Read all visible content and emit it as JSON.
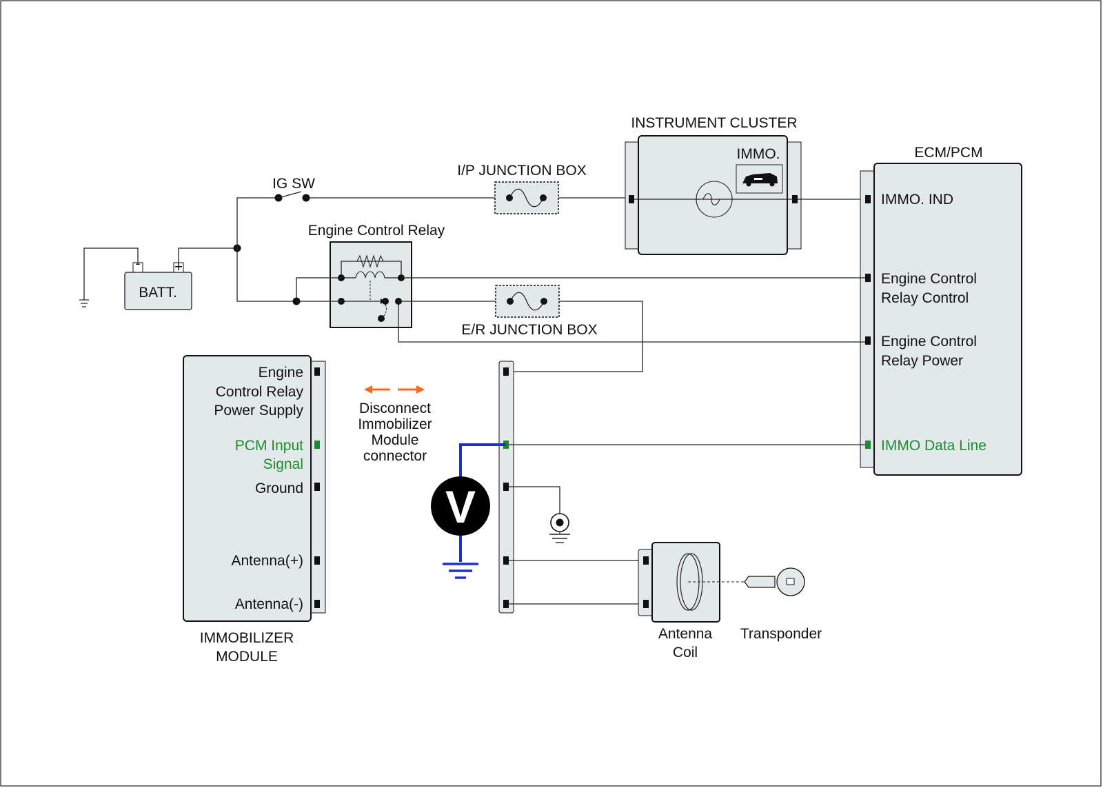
{
  "colors": {
    "component_fill": "#e3e9ea",
    "signal_highlight": "#1e8a2e",
    "probe_wire": "#1f2fd6",
    "disconnect_arrow": "#f26a1b",
    "meter_fill": "#000000"
  },
  "labels": {
    "ig_sw": "IG SW",
    "batt": "BATT.",
    "batt_minus": "-",
    "batt_plus": "+",
    "ip_junction_box": "I/P JUNCTION BOX",
    "instrument_cluster": "INSTRUMENT CLUSTER",
    "immo_indicator": "IMMO.",
    "ecm_pcm": "ECM/PCM",
    "engine_control_relay": "Engine Control Relay",
    "er_junction_box": "E/R JUNCTION BOX",
    "antenna_coil": [
      "Antenna",
      "Coil"
    ],
    "transponder": "Transponder",
    "immobilizer_module": [
      "IMMOBILIZER",
      "MODULE"
    ],
    "disconnect_note": [
      "Disconnect",
      "Immobilizer",
      "Module",
      "connector"
    ],
    "voltmeter": "V"
  },
  "ecm_pins": {
    "immo_ind": "IMMO. IND",
    "relay_control": [
      "Engine Control",
      "Relay Control"
    ],
    "relay_power": [
      "Engine Control",
      "Relay Power"
    ],
    "immo_data_line": "IMMO Data Line"
  },
  "module_pins": {
    "relay_power_supply": [
      "Engine",
      "Control Relay",
      "Power Supply"
    ],
    "pcm_input_signal": [
      "PCM Input",
      "Signal"
    ],
    "ground": "Ground",
    "antenna_plus": "Antenna(+)",
    "antenna_minus": "Antenna(-)"
  }
}
